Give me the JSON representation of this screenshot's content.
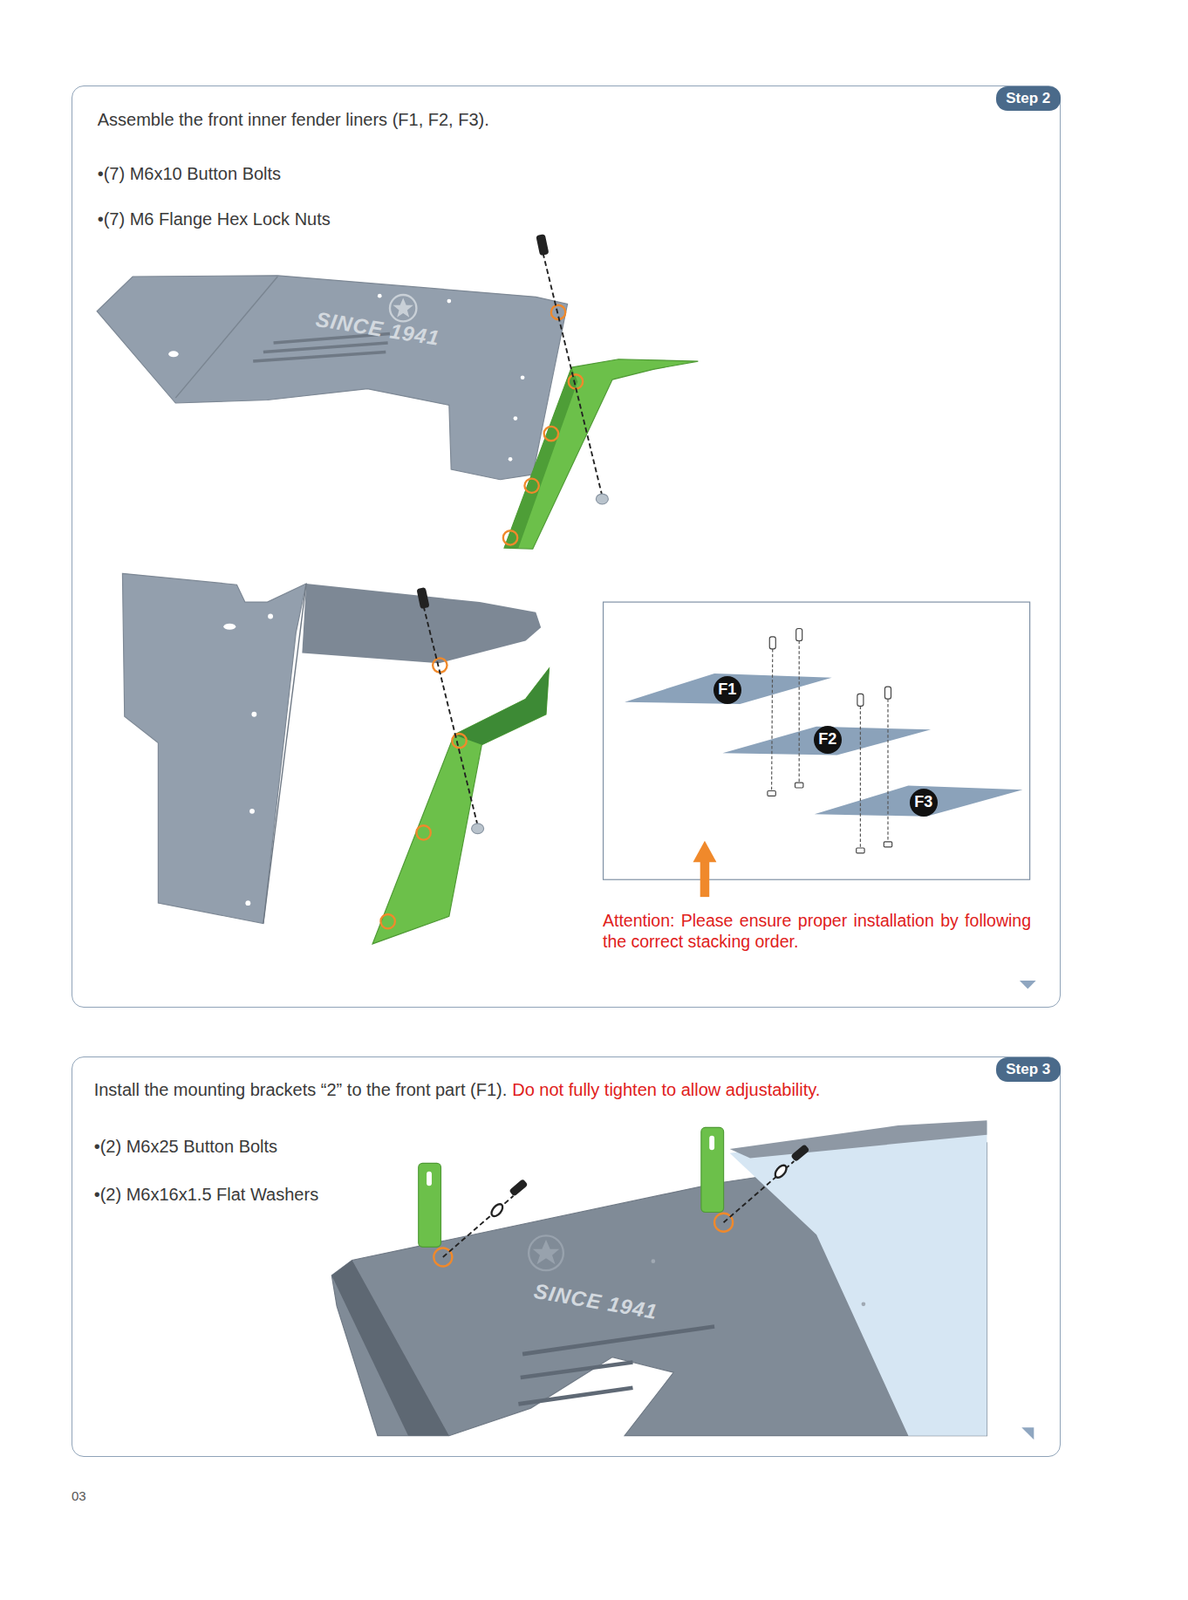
{
  "diagram": {
    "nodes": [
      {
        "text": [
          "Assemble the front inner fender liners (F1, F2, F3).",
          "•(7) M6x10 Button Bolts",
          "•(7) M6 Flange Hex Lock Nuts"
        ]
      },
      {
        "text": [
          "Step 2"
        ],
        "in": 0
      },
      {
        "text": [
          "F1"
        ],
        "in": 0
      },
      {
        "text": [
          "F2"
        ],
        "in": 0
      },
      {
        "text": [
          "F3"
        ],
        "in": 0
      },
      {
        "text": [
          "Install the mounting brackets “2” to the front part (F1).",
          "Do not fully tighten to allow adjustability.",
          "•(2) M6x25 Button Bolts",
          "•(2) M6x16x1.5 Flat Washers"
        ]
      },
      {
        "text": [
          "Step 3"
        ],
        "in": 5
      }
    ],
    "labels": [
      "SINCE 1941",
      "Attention: Please ensure proper installation by following the correct stacking order.",
      "SINCE 1941",
      "03"
    ]
  }
}
